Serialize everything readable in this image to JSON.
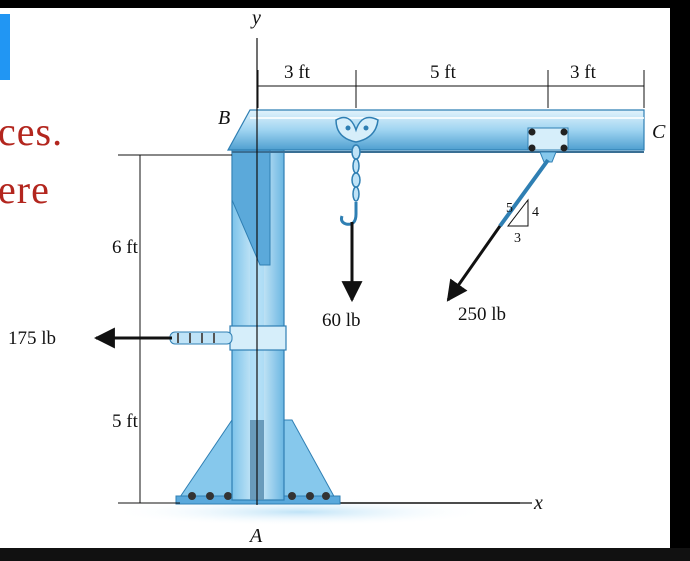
{
  "side_text": [
    "ces.",
    "ere"
  ],
  "axis": {
    "y": "y",
    "x": "x"
  },
  "points": {
    "a": "A",
    "b": "B",
    "c": "C"
  },
  "dimensions": {
    "seg1": "3 ft",
    "seg2": "5 ft",
    "seg3": "3 ft",
    "upper": "6 ft",
    "lower": "5 ft"
  },
  "loads": {
    "hook": "60 lb",
    "cable": "250 lb",
    "horizontal": "175 lb"
  },
  "slope": {
    "hyp": "5",
    "vert": "4",
    "horiz": "3"
  },
  "colors": {
    "steel_light": "#bfe3f7",
    "steel_mid": "#7cc3ea",
    "steel_dark": "#3f93c8",
    "accent": "#b3261e"
  }
}
